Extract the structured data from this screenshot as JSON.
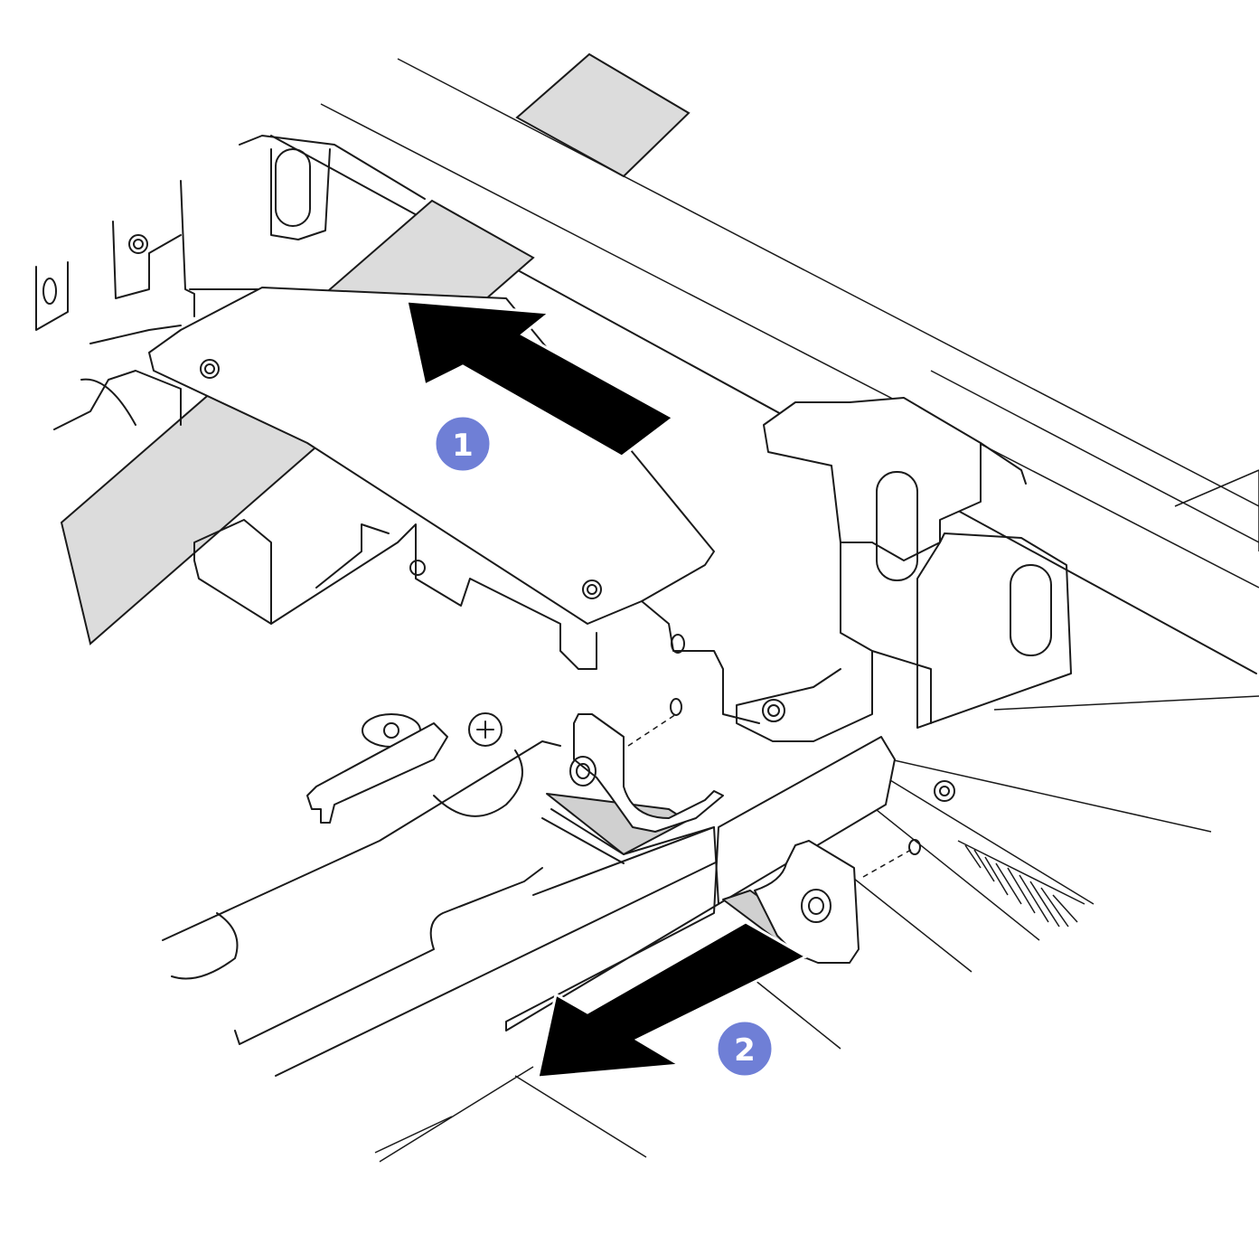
{
  "callouts": [
    {
      "id": "step-1",
      "label": "1"
    },
    {
      "id": "step-2",
      "label": "2"
    }
  ],
  "colors": {
    "callout_fill": "#6f7fd6",
    "arrow_fill": "#000000",
    "highlight_band": "#dcdcdc",
    "bracket_fill": "#d0d0d0",
    "line": "#1a1a1a"
  },
  "icons": [
    "push-arrow-icon",
    "pull-arrow-icon",
    "screw-icon"
  ]
}
